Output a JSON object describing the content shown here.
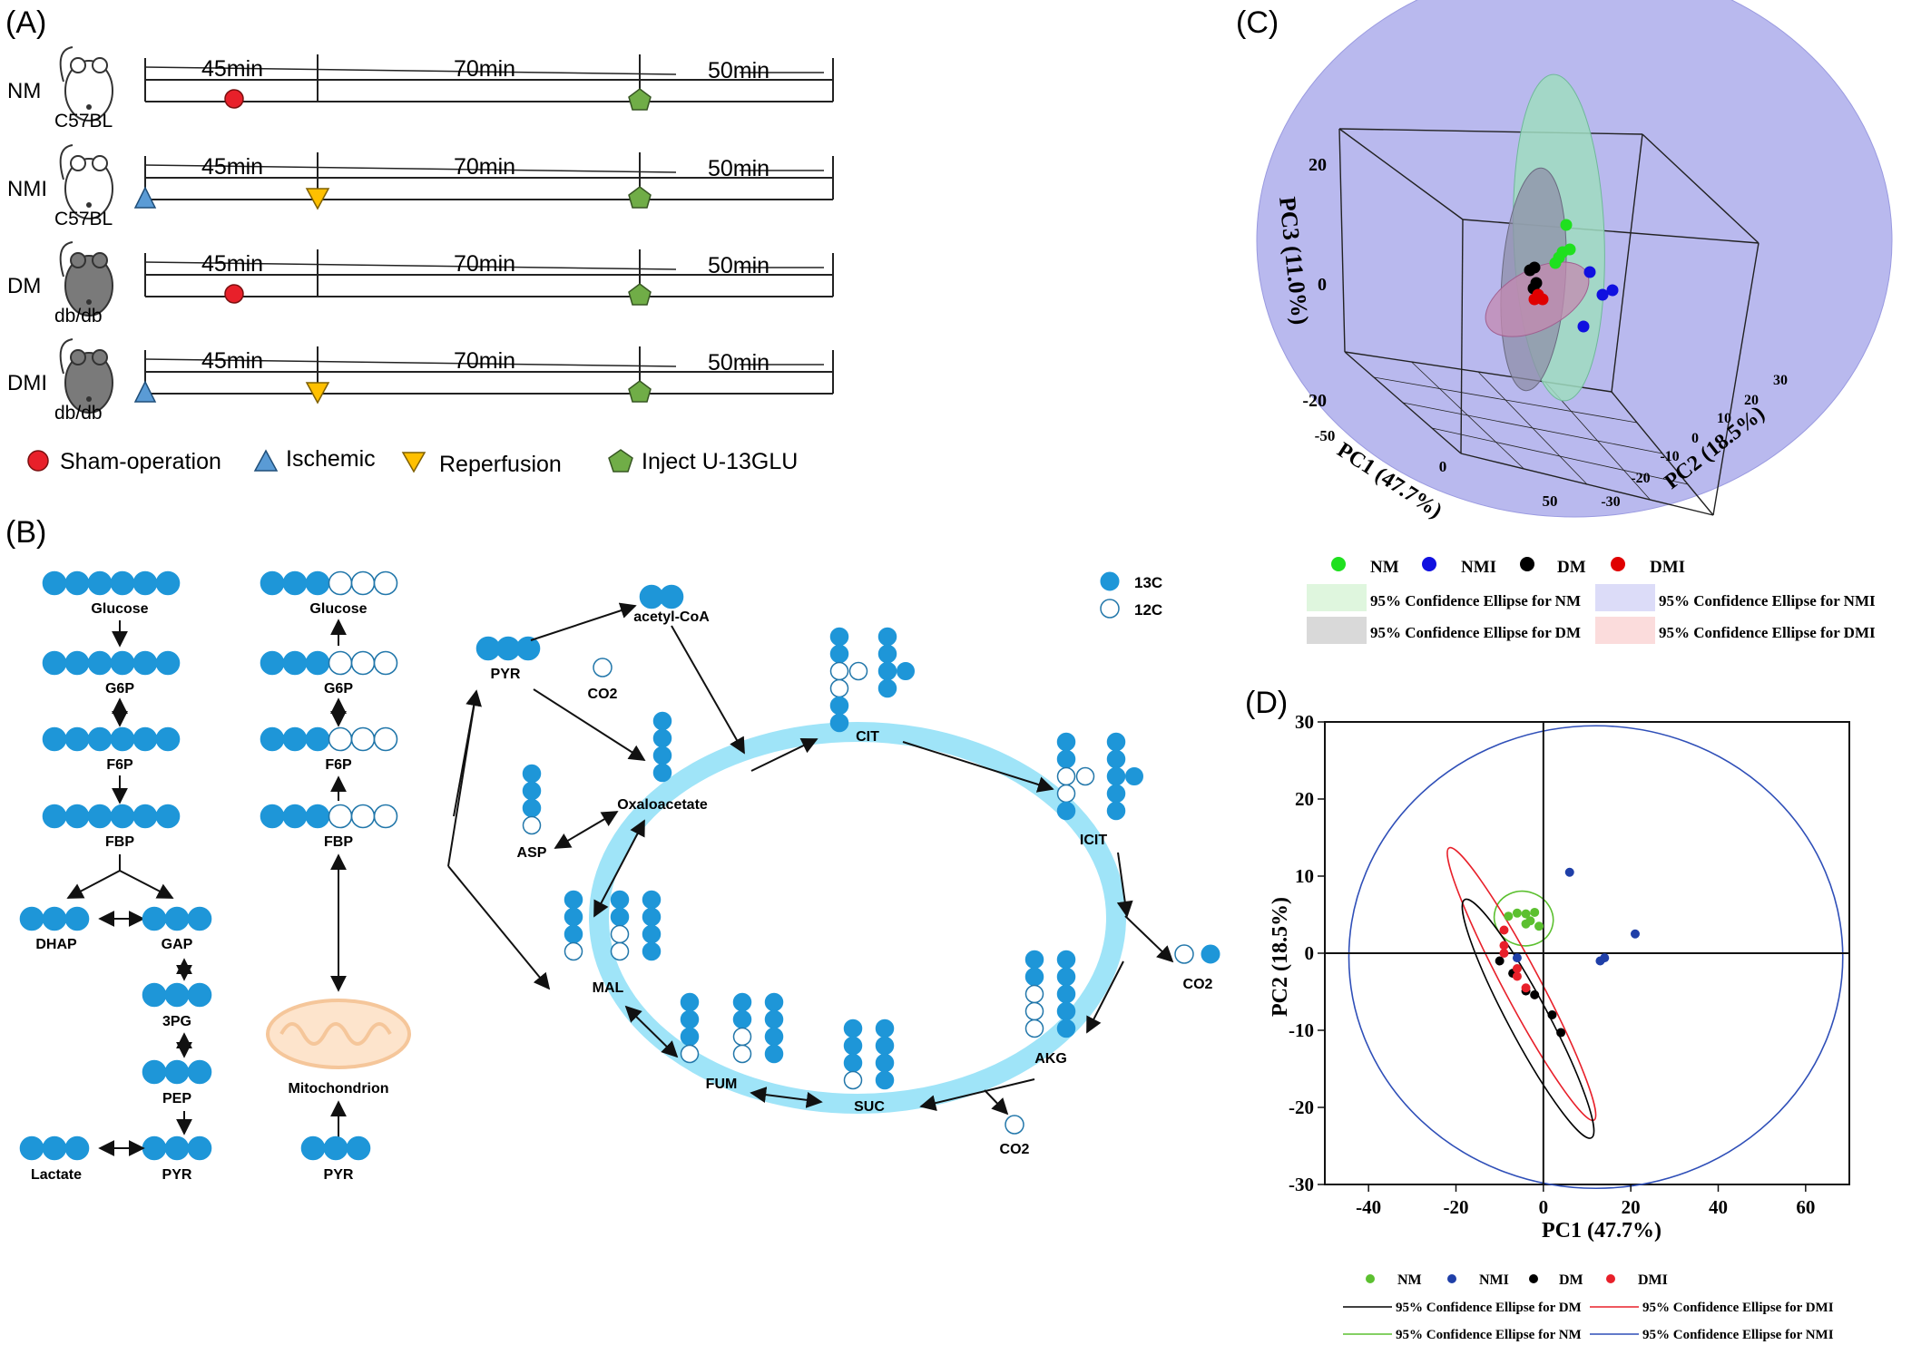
{
  "panels": {
    "a": "(A)",
    "b": "(B)",
    "c": "(C)",
    "d": "(D)"
  },
  "timeline": {
    "rows": [
      {
        "group": "NM",
        "strain": "C57BL",
        "mouse": "white",
        "t1": "45min",
        "t2": "70min",
        "t3": "50min",
        "start": "sham",
        "mid": "none"
      },
      {
        "group": "NMI",
        "strain": "C57BL",
        "mouse": "white",
        "t1": "45min",
        "t2": "70min",
        "t3": "50min",
        "start": "ischemic",
        "mid": "reperfusion"
      },
      {
        "group": "DM",
        "strain": "db/db",
        "mouse": "gray",
        "t1": "45min",
        "t2": "70min",
        "t3": "50min",
        "start": "sham",
        "mid": "none"
      },
      {
        "group": "DMI",
        "strain": "db/db",
        "mouse": "gray",
        "t1": "45min",
        "t2": "70min",
        "t3": "50min",
        "start": "ischemic",
        "mid": "reperfusion"
      }
    ],
    "legend": {
      "sham": "Sham-operation",
      "ischemic": "Ischemic",
      "reperfusion": "Reperfusion",
      "inject": "Inject U-13GLU"
    }
  },
  "pathway": {
    "legend_13c": "13C",
    "legend_12c": "12C",
    "glycolysis": [
      "Glucose",
      "G6P",
      "F6P",
      "FBP",
      "DHAP",
      "GAP",
      "3PG",
      "PEP",
      "PYR",
      "Lactate"
    ],
    "glycolysis_m3": [
      "Glucose",
      "G6P",
      "F6P",
      "FBP",
      "Mitochondrion",
      "PYR"
    ],
    "tca": [
      "PYR",
      "acetyl-CoA",
      "CO2",
      "Oxaloacetate",
      "ASP",
      "CIT",
      "ICIT",
      "AKG",
      "SUC",
      "FUM",
      "MAL"
    ]
  },
  "colors": {
    "c13": "#1e96d8",
    "cycle": "#9fe4f8",
    "nm": "#5cc030",
    "nmi": "#1f3fa8",
    "dm": "#000000",
    "dmi": "#e8202a"
  },
  "chart_3d": {
    "zlabel": "PC3 (11.0%)",
    "xlabel": "PC1 (47.7%)",
    "ylabel": "PC2 (18.5%)",
    "legend": [
      "NM",
      "NMI",
      "DM",
      "DMI"
    ],
    "ellipse_legend": [
      "95% Confidence Ellipse for NM",
      "95% Confidence Ellipse for NMI",
      "95% Confidence Ellipse for DM",
      "95% Confidence Ellipse for DMI"
    ]
  },
  "chart_data": {
    "type": "scatter",
    "xlabel": "PC1 (47.7%)",
    "ylabel": "PC2 (18.5%)",
    "xlim": [
      -50,
      70
    ],
    "ylim": [
      -30,
      30
    ],
    "xticks": [
      -40,
      -20,
      0,
      20,
      40,
      60
    ],
    "yticks": [
      -30,
      -20,
      -10,
      0,
      10,
      20,
      30
    ],
    "series": [
      {
        "name": "NM",
        "color": "#5cc030",
        "points": [
          [
            -8,
            4.8
          ],
          [
            -6,
            5.2
          ],
          [
            -4,
            5.1
          ],
          [
            -3,
            4.2
          ],
          [
            -2,
            5.3
          ],
          [
            -1,
            3.5
          ],
          [
            -4,
            3.8
          ]
        ]
      },
      {
        "name": "NMI",
        "color": "#1f3fa8",
        "points": [
          [
            6,
            10.5
          ],
          [
            21,
            2.5
          ],
          [
            13,
            -1
          ],
          [
            14,
            -0.6
          ],
          [
            -6,
            -0.6
          ]
        ]
      },
      {
        "name": "DM",
        "color": "#000000",
        "points": [
          [
            -10,
            -1
          ],
          [
            -7,
            -2.6
          ],
          [
            -4,
            -4.9
          ],
          [
            -2,
            -5.4
          ],
          [
            2,
            -8
          ],
          [
            4,
            -10.3
          ]
        ]
      },
      {
        "name": "DMI",
        "color": "#e8202a",
        "points": [
          [
            -9,
            3
          ],
          [
            -9,
            1
          ],
          [
            -9,
            0
          ],
          [
            -6,
            -2
          ],
          [
            -4,
            -4.5
          ],
          [
            -6,
            -3
          ]
        ]
      }
    ],
    "ellipse_legend": [
      "95% Confidence Ellipse for DM",
      "95% Confidence Ellipse for DMI",
      "95% Confidence Ellipse for NM",
      "95% Confidence Ellipse for NMI"
    ],
    "grid": false,
    "legend": "bottom"
  }
}
